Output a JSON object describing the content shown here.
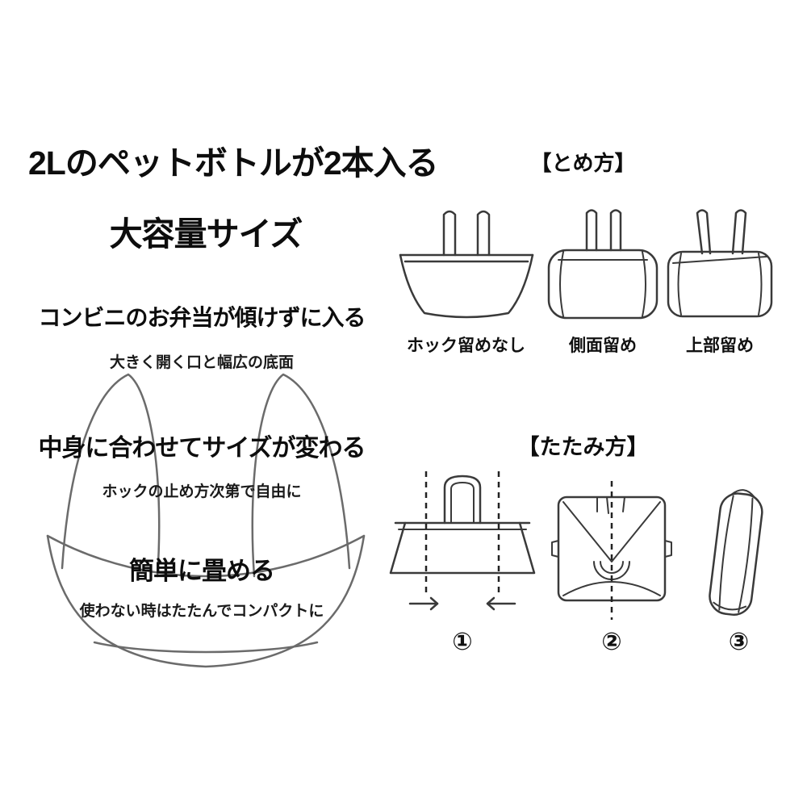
{
  "left": {
    "title_line1": "2Lのペットボトルが2本入る",
    "title_line2": "大容量サイズ",
    "feature1": {
      "heading": "コンビニのお弁当が傾けずに入る",
      "sub": "大きく開く口と幅広の底面"
    },
    "feature2": {
      "heading": "中身に合わせてサイズが変わる",
      "sub": "ホックの止め方次第で自由に"
    },
    "feature3": {
      "heading": "簡単に畳める",
      "sub": "使わない時はたたんでコンパクトに"
    }
  },
  "fasten_section": {
    "title": "【とめ方】",
    "items": [
      {
        "label": "ホック留めなし"
      },
      {
        "label": "側面留め"
      },
      {
        "label": "上部留め"
      }
    ]
  },
  "fold_section": {
    "title": "【たたみ方】",
    "steps": [
      {
        "number": "①"
      },
      {
        "number": "②"
      },
      {
        "number": "③"
      }
    ]
  },
  "colors": {
    "ink": "#111111",
    "line": "#3a3a3a",
    "background": "#ffffff"
  }
}
